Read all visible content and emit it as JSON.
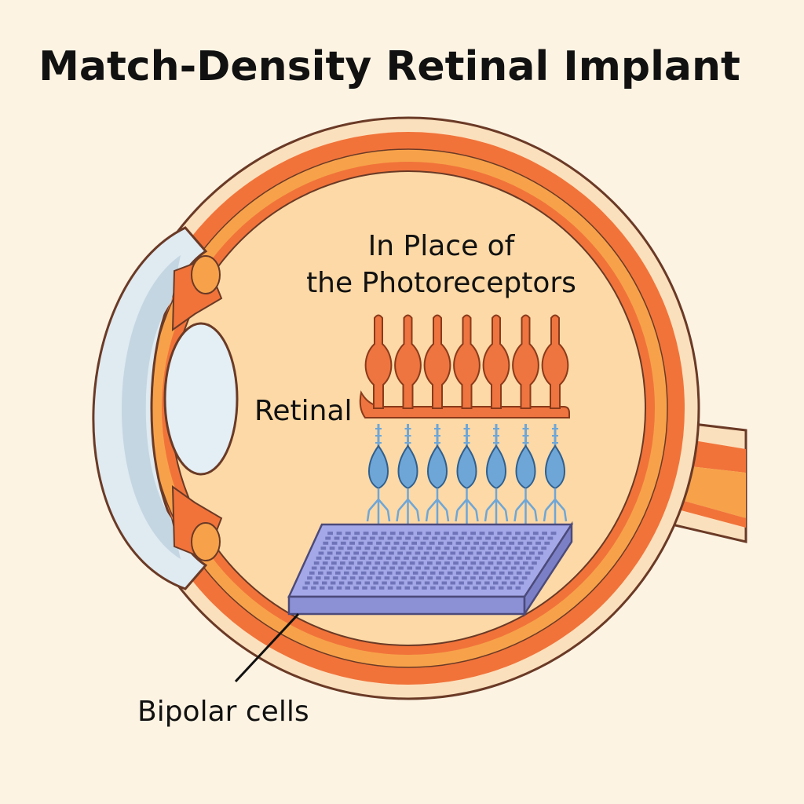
{
  "title": "Match-Density Retinal Implant",
  "labels": {
    "photoreceptors_line1": "In Place of",
    "photoreceptors_line2": "the Photoreceptors",
    "retinal": "Retinal",
    "bipolar": "Bipolar cells"
  },
  "colors": {
    "background": "#fdf3e3",
    "sclera": "#f1733a",
    "choroid": "#f7a24a",
    "vitreous": "#fcd9a6",
    "cornea": "#c9dbe6",
    "lens": "#e3eff5",
    "photoreceptor": "#ee7440",
    "bipolar_cell": "#6ea6d8",
    "implant": "#a4a8e8"
  },
  "photoreceptor_count": 7,
  "bipolar_count": 7,
  "implant_grid": {
    "rows": 12,
    "columns": 26
  }
}
